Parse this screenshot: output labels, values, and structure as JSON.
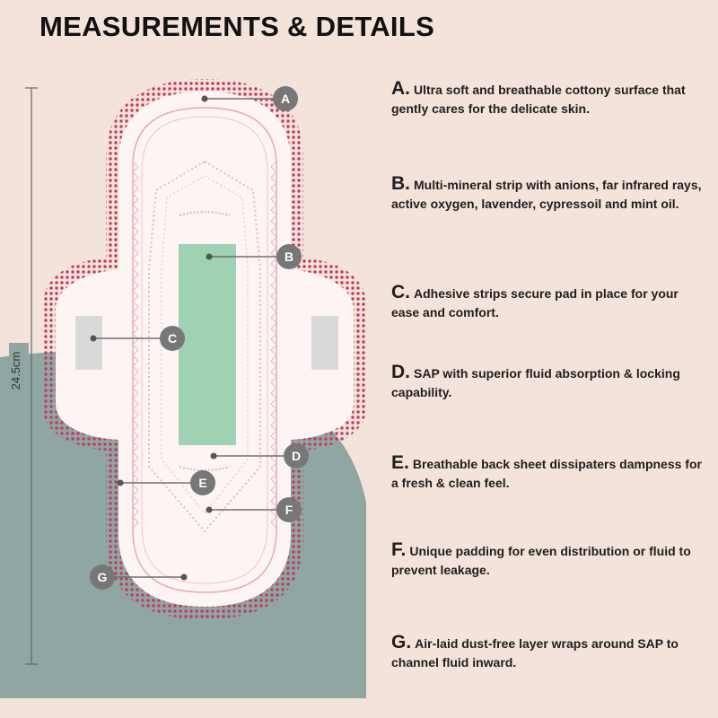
{
  "header": {
    "title": "MEASUREMENTS & DETAILS"
  },
  "measurement": {
    "label": "24.5cm"
  },
  "colors": {
    "background": "#f4e3da",
    "pad_fill": "#fdf4f4",
    "dots": "#bf3b63",
    "core_strip": "#9fd2b2",
    "adhesive_strip": "#d9d9d9",
    "backdrop": "#8fa6a2",
    "marker": "#777777"
  },
  "callouts": [
    {
      "letter": "A.",
      "text": "Ultra soft and breathable cottony surface that gently cares for the delicate skin."
    },
    {
      "letter": "B.",
      "text": "Multi-mineral strip with anions, far infrared rays, active oxygen, lavender, cypressoil and mint oil."
    },
    {
      "letter": "C.",
      "text": "Adhesive strips secure pad in place for your ease and comfort."
    },
    {
      "letter": "D.",
      "text": "SAP with superior fluid absorption & locking capability."
    },
    {
      "letter": "E.",
      "text": "Breathable back sheet dissipaters dampness for a fresh & clean feel."
    },
    {
      "letter": "F.",
      "text": "Unique padding for even distribution or fluid to prevent leakage."
    },
    {
      "letter": "G.",
      "text": "Air-laid dust-free layer wraps around SAP to channel fluid inward."
    }
  ],
  "markers": [
    "A",
    "B",
    "C",
    "D",
    "E",
    "F",
    "G"
  ]
}
